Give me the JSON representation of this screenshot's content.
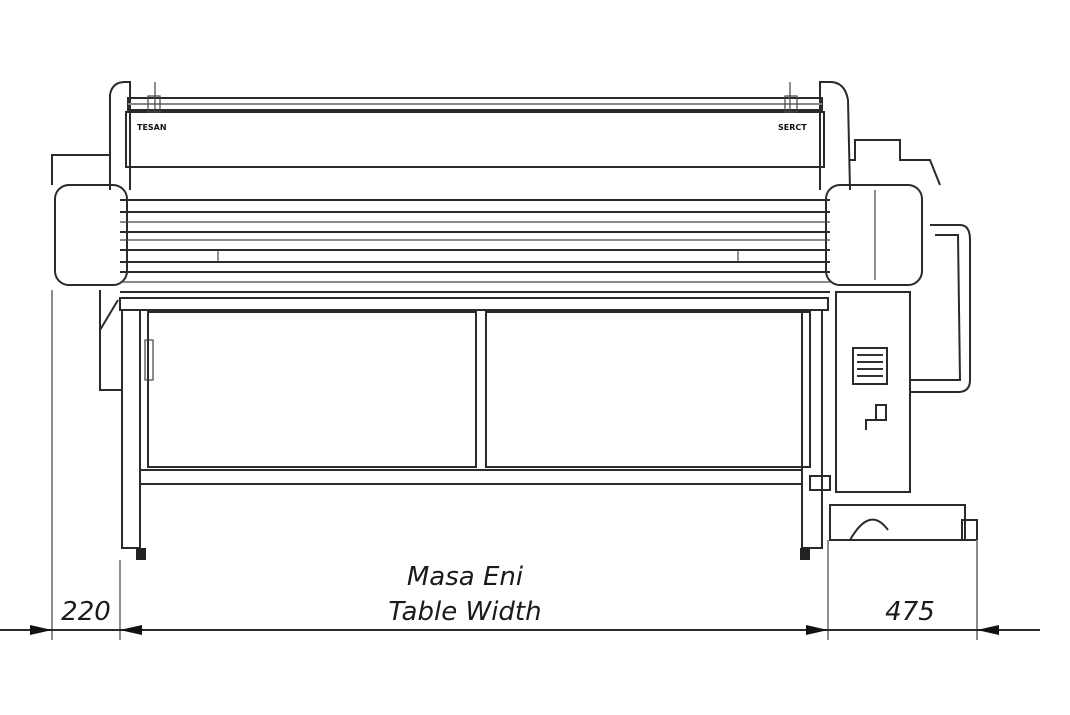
{
  "drawing": {
    "logo_left": "TESAN",
    "logo_right": "SERCT",
    "dim_left": "220",
    "dim_center_line1": "Masa Eni",
    "dim_center_line2": "Table Width",
    "dim_right": "475"
  }
}
